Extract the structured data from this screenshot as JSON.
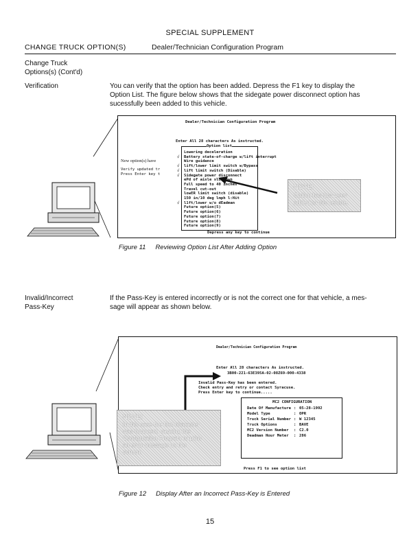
{
  "header": {
    "supplement": "SPECIAL SUPPLEMENT",
    "section": "CHANGE TRUCK OPTION(S)",
    "program": "Dealer/Technician Configuration Program"
  },
  "sidebar": {
    "title_line1": "Change Truck",
    "title_line2": "Options(s) (Cont'd)",
    "verification": "Verification",
    "invalid_line1": "Invalid/Incorrect",
    "invalid_line2": "Pass-Key"
  },
  "verification_text": {
    "line1": "You can verify that the option has been added. Depress the F1 key to display the",
    "line2": "Option List. The figure below shows that the sidegate power disconnect option has",
    "line3": "sucessfully been added to this vehicle."
  },
  "figure11": {
    "screen_title": "Dealer/Technician Configuration Program",
    "enter_line": "Enter All 28 characters As instructed.",
    "option_list_header": "Option list",
    "options": [
      "Lowering deceleration",
      "Battery state-of-charge w/lift interrupt",
      "Wire guidance",
      "lift/lower limit switch w/Bypass",
      "lift limit switch (Disable)",
      "Sidegate power disconnect",
      "ePd of aisle slowdown",
      "Full speed to 40 inches",
      "Travel cut-out",
      "lowER limit switch (disable)",
      "150 in/10 deg lmph l:Hit",
      "l1ft/lower w/o dEadman",
      "Future option(5)",
      "Future option(6)",
      "Future option(7)",
      "Future option(8)",
      "Future option(9)"
    ],
    "checked_indices": [
      1,
      3,
      4,
      5,
      11
    ],
    "left_label_new": "New option(s) have",
    "left_label_verify": "Verify updated tr",
    "left_label_press": "Press Enter key t",
    "footer": "Depress any key to continue",
    "note_line1": "NOTE:",
    "note_line2": "Option has just been",
    "note_line3": "added to this vehicle.",
    "caption_label": "Figure 11",
    "caption_text": "Reviewing Option List After Adding Option"
  },
  "invalid_text": {
    "line1": "If the Pass-Key is entered incorrectly or is not the correct one for that vehicle, a mes-",
    "line2": "sage will appear as shown below."
  },
  "figure12": {
    "screen_title": "Dealer/Technician Configuration Program",
    "enter_line": "Enter All 28 characters As instructed.",
    "passkey": "3B00-221-63E395A-02-08Z69-000-4338",
    "msg1": "Invalid Pass-Key has been entered.",
    "msg2": "Check entry and retry or contact Syracuse.",
    "msg3": "Press Enter key to continue.....",
    "config_title": "MC2 CONFIGURATION",
    "config_rows": [
      {
        "label": "Date Of Manufacture",
        "value": "05-28-1992"
      },
      {
        "label": "Model Type",
        "value": "OPR"
      },
      {
        "label": "Truck Serial Number",
        "value": "W 12345"
      },
      {
        "label": "Truck Options",
        "value": "BAVE"
      },
      {
        "label": "MC2 Version Number",
        "value": "C2.0"
      },
      {
        "label": "Deadman Hour Meter",
        "value": "286"
      }
    ],
    "footer": "Press F1 to see option list",
    "note_line1": "NOTE:",
    "note_line2": "In this case the first character",
    "note_line3": "was incorrect, causing the",
    "note_line4": "Configuration Program to print",
    "note_line5": "an error message on the",
    "note_line6": "screen.",
    "caption_label": "Figure 12",
    "caption_text": "Display After an Incorrect Pass-Key is Entered"
  },
  "page_number": "15"
}
